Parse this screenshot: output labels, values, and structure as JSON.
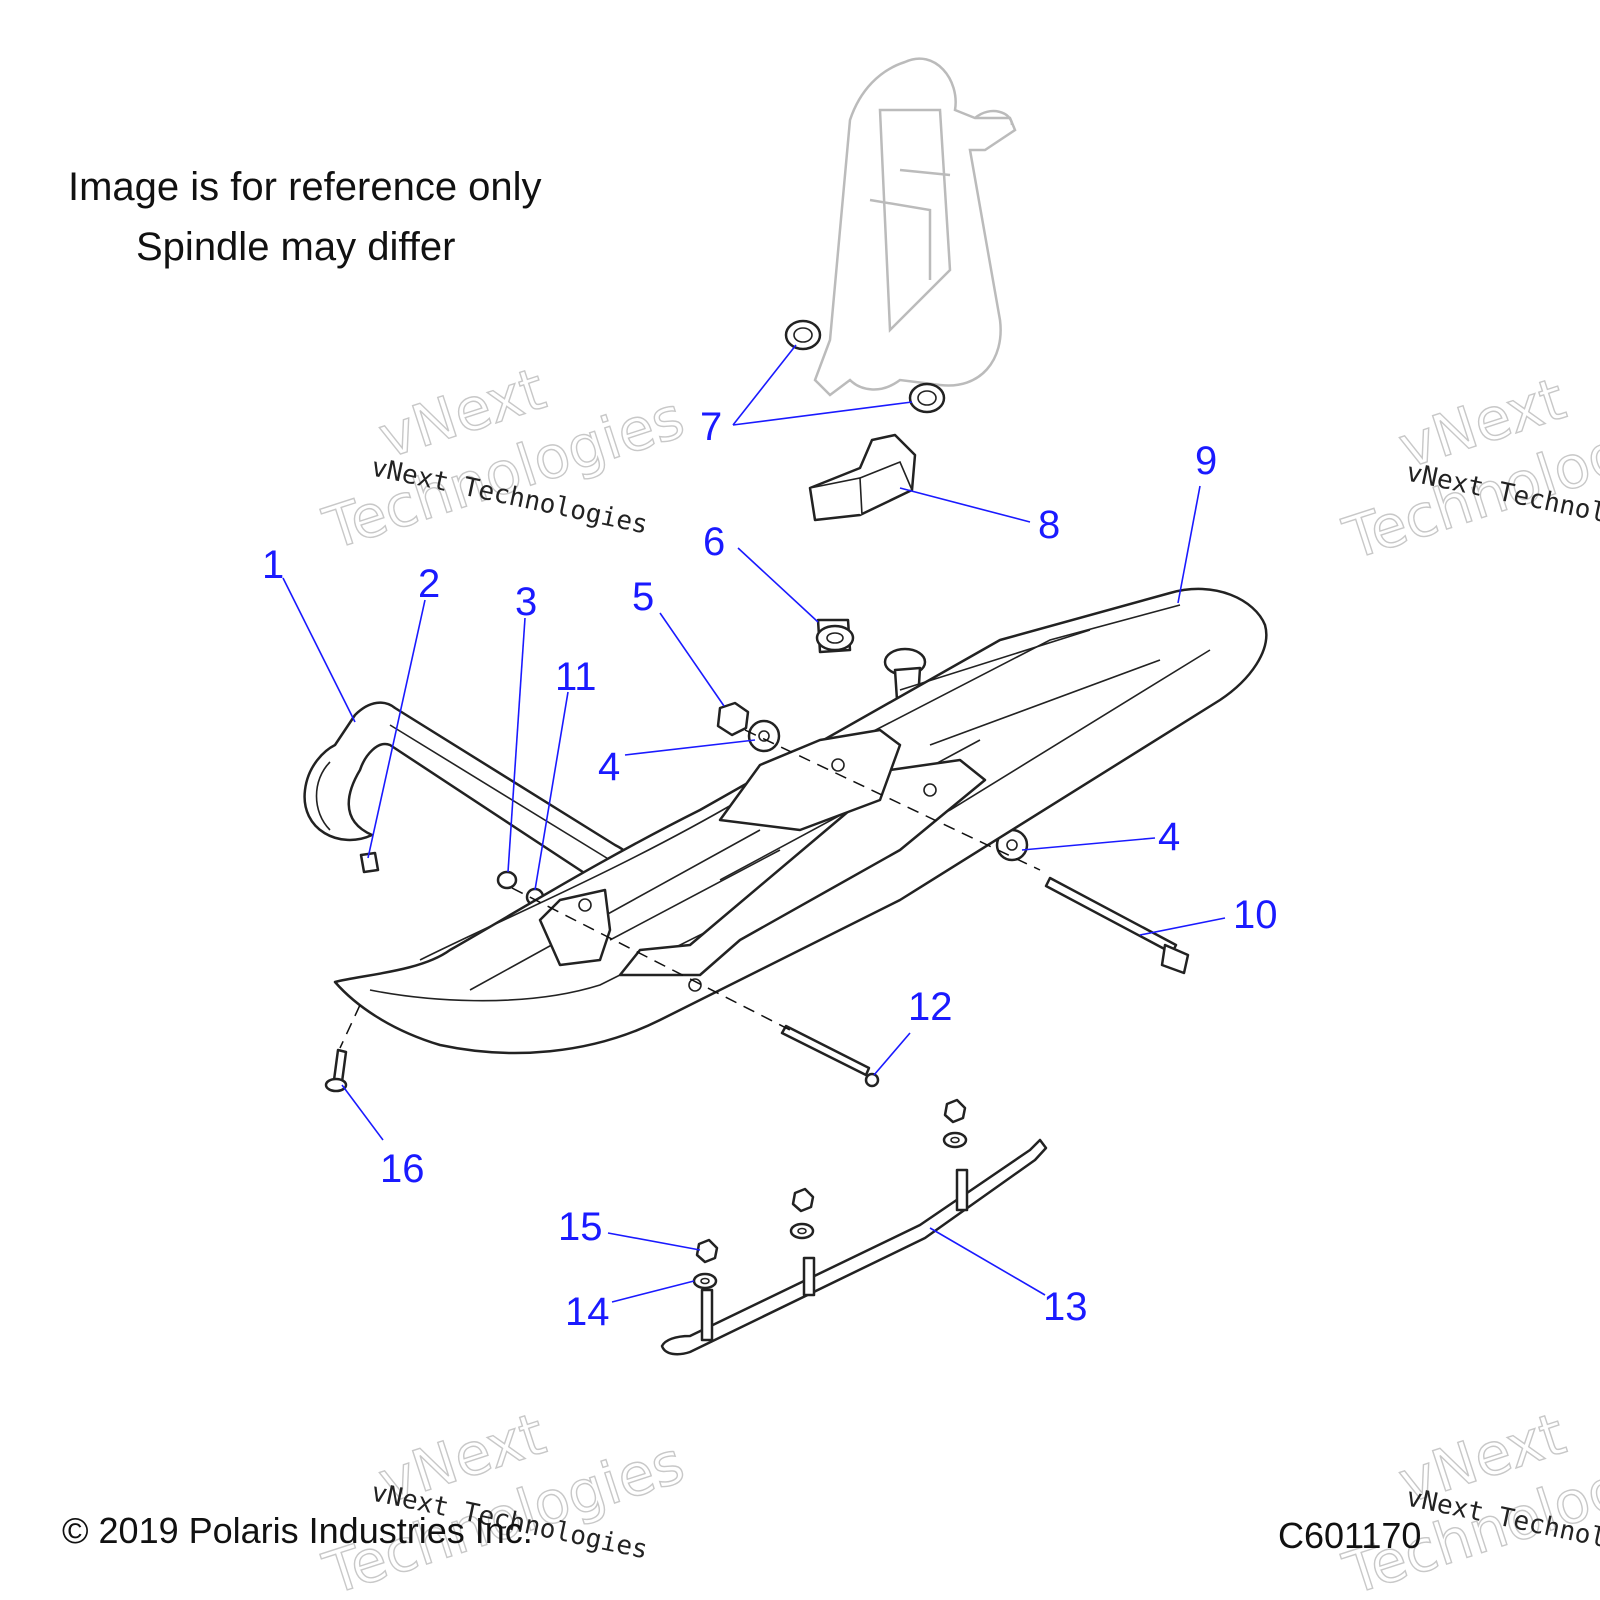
{
  "notes": {
    "line1": "Image is for reference only",
    "line2": "Spindle may differ"
  },
  "footer": {
    "copyright": "© 2019 Polaris Industries Inc.",
    "figure_code": "C601170"
  },
  "watermark": {
    "big_top": "vNext",
    "big_bottom": "Technologies",
    "small": "vNext Technologies"
  },
  "callouts": [
    {
      "id": "c1",
      "label": "1"
    },
    {
      "id": "c2",
      "label": "2"
    },
    {
      "id": "c3",
      "label": "3"
    },
    {
      "id": "c4a",
      "label": "4"
    },
    {
      "id": "c4b",
      "label": "4"
    },
    {
      "id": "c5",
      "label": "5"
    },
    {
      "id": "c6",
      "label": "6"
    },
    {
      "id": "c7",
      "label": "7"
    },
    {
      "id": "c8",
      "label": "8"
    },
    {
      "id": "c9",
      "label": "9"
    },
    {
      "id": "c10",
      "label": "10"
    },
    {
      "id": "c11",
      "label": "11"
    },
    {
      "id": "c12",
      "label": "12"
    },
    {
      "id": "c13",
      "label": "13"
    },
    {
      "id": "c14",
      "label": "14"
    },
    {
      "id": "c15",
      "label": "15"
    },
    {
      "id": "c16",
      "label": "16"
    }
  ],
  "colors": {
    "callout": "#1a1aff",
    "line_art": "#222222"
  }
}
